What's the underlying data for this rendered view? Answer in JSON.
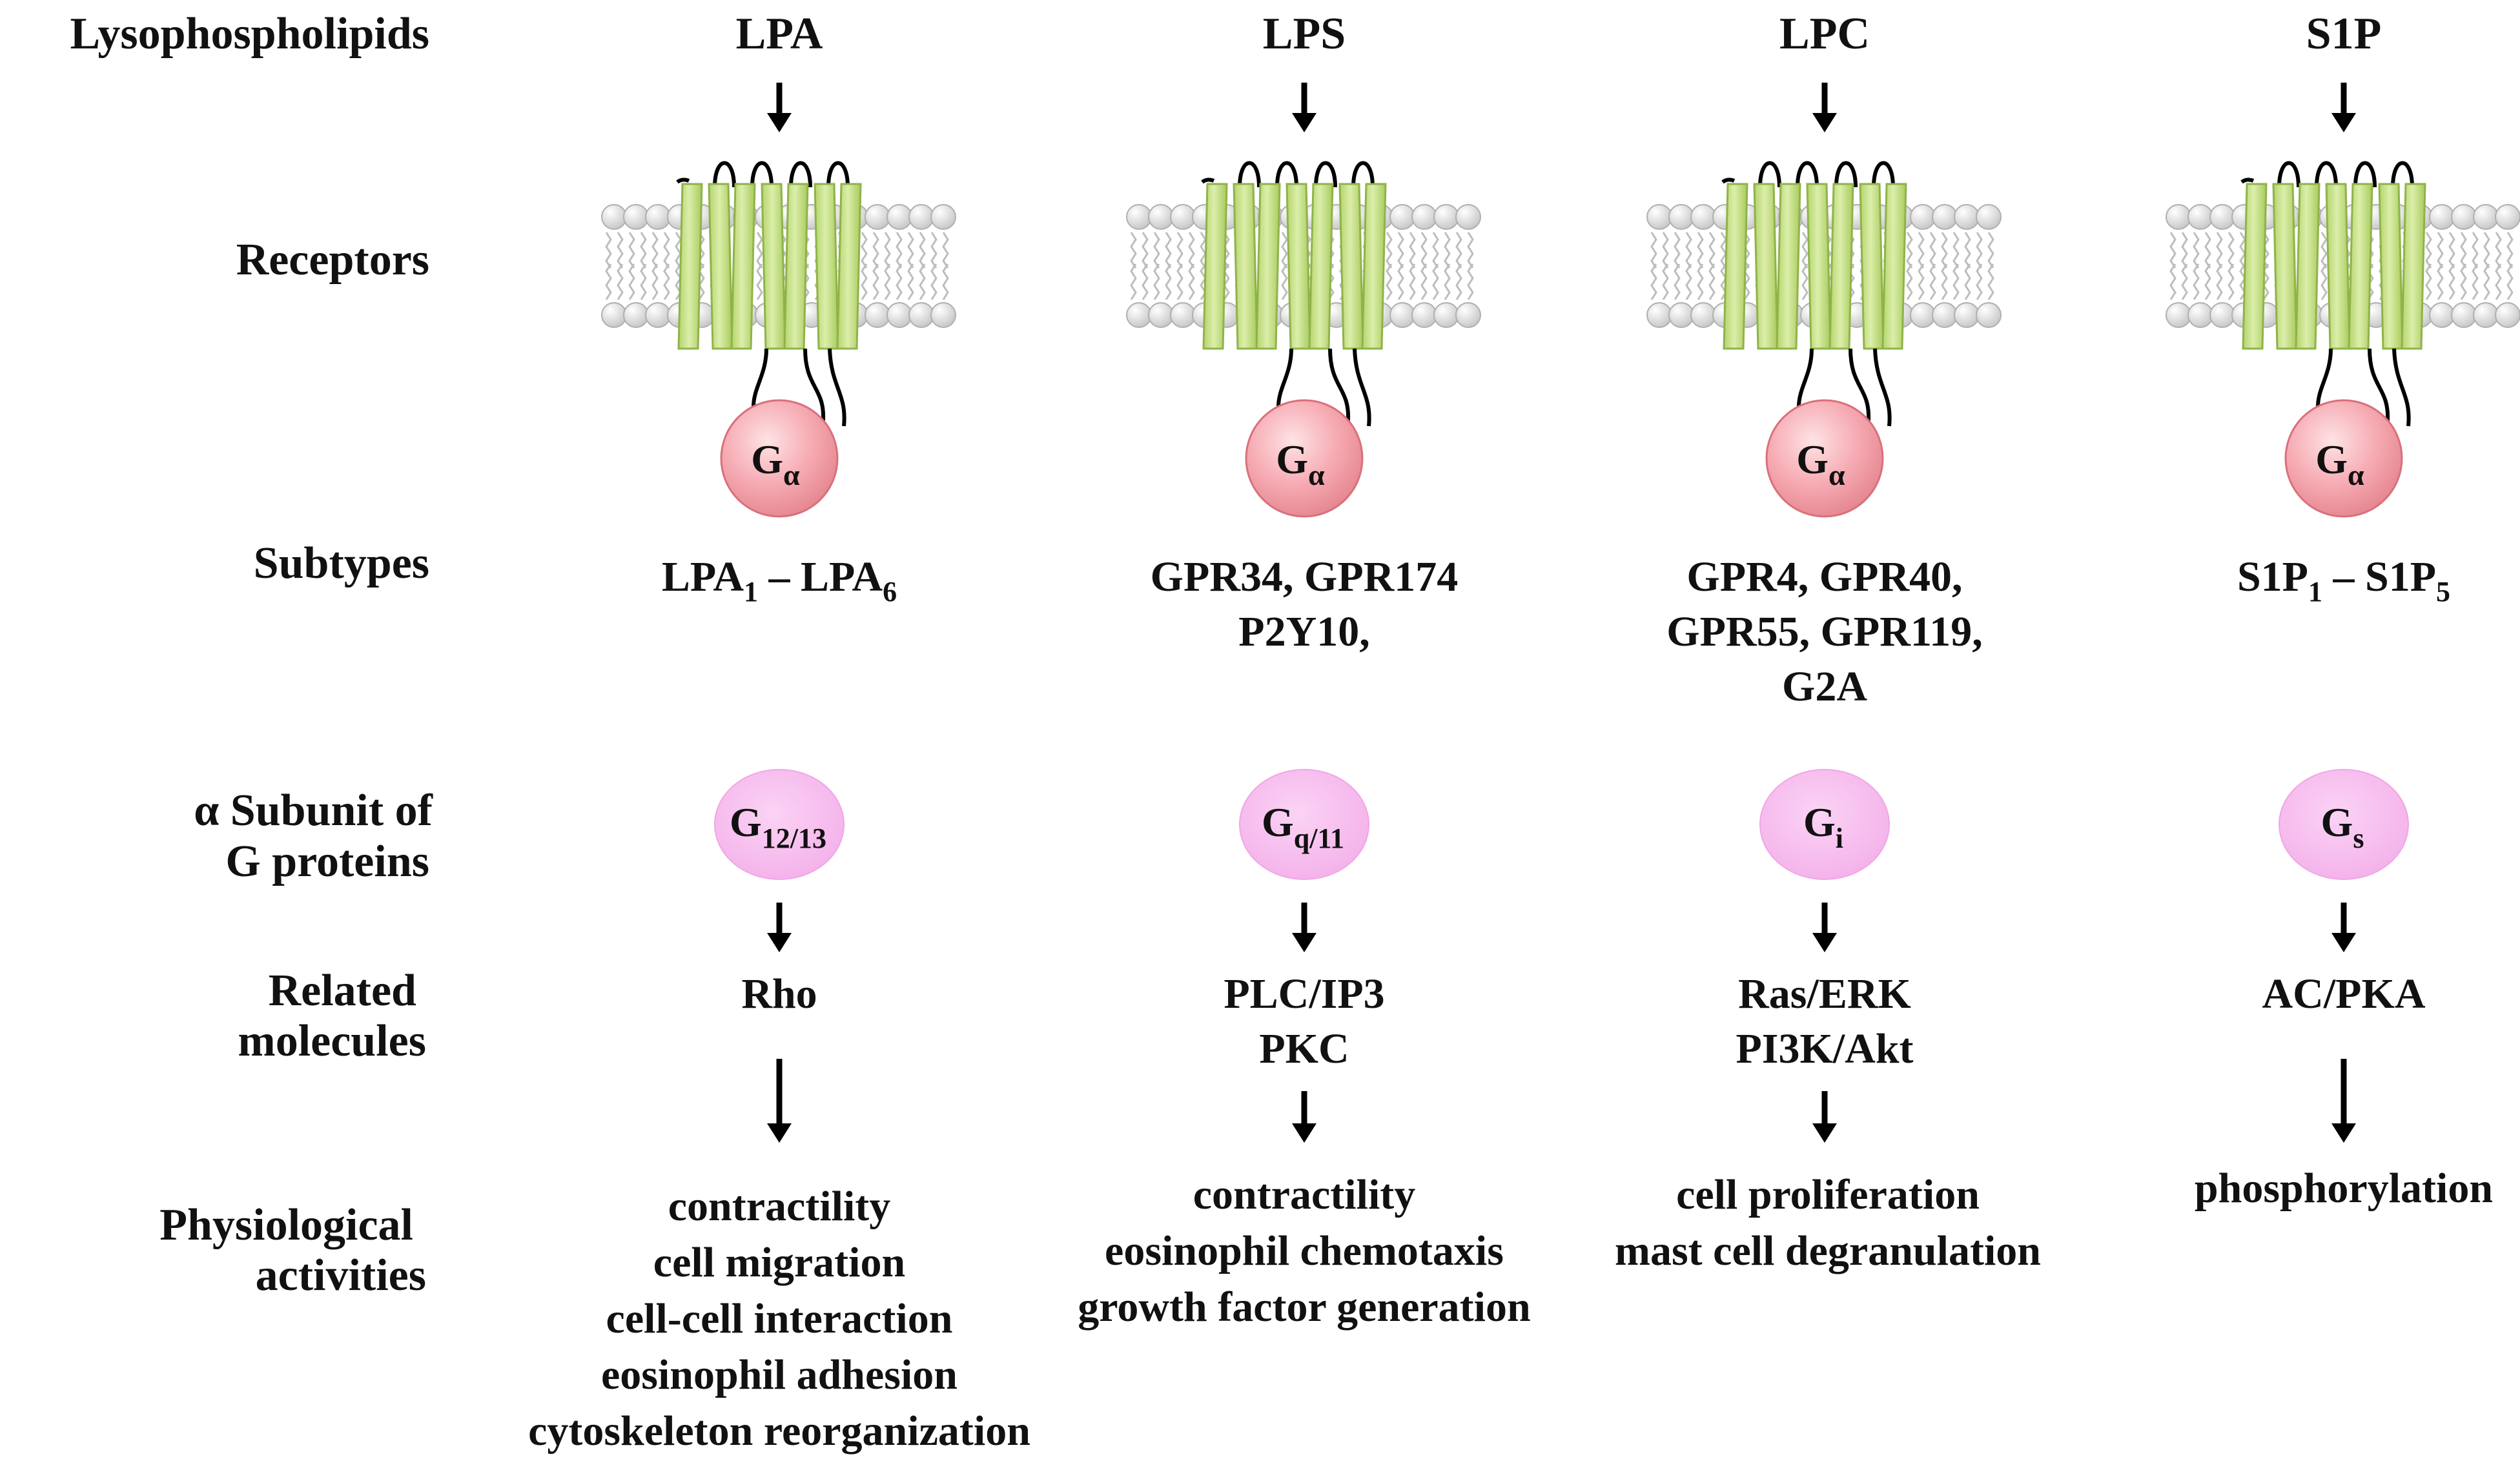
{
  "row_labels": {
    "lysophospholipids": "Lysophospholipids",
    "receptors": "Receptors",
    "subtypes": "Subtypes",
    "alpha_subunit": [
      "α Subunit of",
      "G proteins"
    ],
    "related_molecules": [
      "Related",
      "molecules"
    ],
    "physiological_activities": [
      "Physiological",
      "activities"
    ]
  },
  "receptor_g_alpha": {
    "main": "G",
    "sub": "α"
  },
  "columns": [
    {
      "ligand": "LPA",
      "subtypes": [
        {
          "parts": [
            [
              "LPA",
              ""
            ],
            [
              "1",
              "sub"
            ],
            [
              " – LPA",
              ""
            ],
            [
              "6",
              "sub"
            ]
          ]
        }
      ],
      "g_protein": {
        "main": "G",
        "sub": "12/13"
      },
      "molecules": [
        "Rho"
      ],
      "activities": [
        "contractility",
        "cell migration",
        "cell-cell interaction",
        "eosinophil adhesion",
        "cytoskeleton reorganization"
      ]
    },
    {
      "ligand": "LPS",
      "subtypes": [
        {
          "parts": [
            [
              "GPR34, GPR174",
              ""
            ]
          ]
        },
        {
          "parts": [
            [
              "P2Y10,",
              ""
            ]
          ]
        }
      ],
      "g_protein": {
        "main": "G",
        "sub": "q/11"
      },
      "molecules": [
        "PLC/IP3",
        "PKC"
      ],
      "activities": [
        "contractility",
        "eosinophil chemotaxis",
        "growth factor generation"
      ]
    },
    {
      "ligand": "LPC",
      "subtypes": [
        {
          "parts": [
            [
              "GPR4, GPR40,",
              ""
            ]
          ]
        },
        {
          "parts": [
            [
              "GPR55, GPR119,",
              ""
            ]
          ]
        },
        {
          "parts": [
            [
              "G2A",
              ""
            ]
          ]
        }
      ],
      "g_protein": {
        "main": "G",
        "sub": "i"
      },
      "molecules": [
        "Ras/ERK",
        "PI3K/Akt"
      ],
      "activities": [
        "cell proliferation",
        "mast cell degranulation"
      ]
    },
    {
      "ligand": "S1P",
      "subtypes": [
        {
          "parts": [
            [
              "S1P",
              ""
            ],
            [
              "1",
              "sub"
            ],
            [
              " – S1P",
              ""
            ],
            [
              "5",
              "sub"
            ]
          ]
        }
      ],
      "g_protein": {
        "main": "G",
        "sub": "s"
      },
      "molecules": [
        "AC/PKA"
      ],
      "activities": [
        "phosphorylation"
      ]
    }
  ],
  "colors": {
    "helix_fill": "#c6e08a",
    "helix_stroke": "#8fb34a",
    "g_alpha_fill": "#f4a0a8",
    "g_protein_fill": "#f7b9ef",
    "lipid_head": "#d8d8d8",
    "text": "#111111"
  }
}
